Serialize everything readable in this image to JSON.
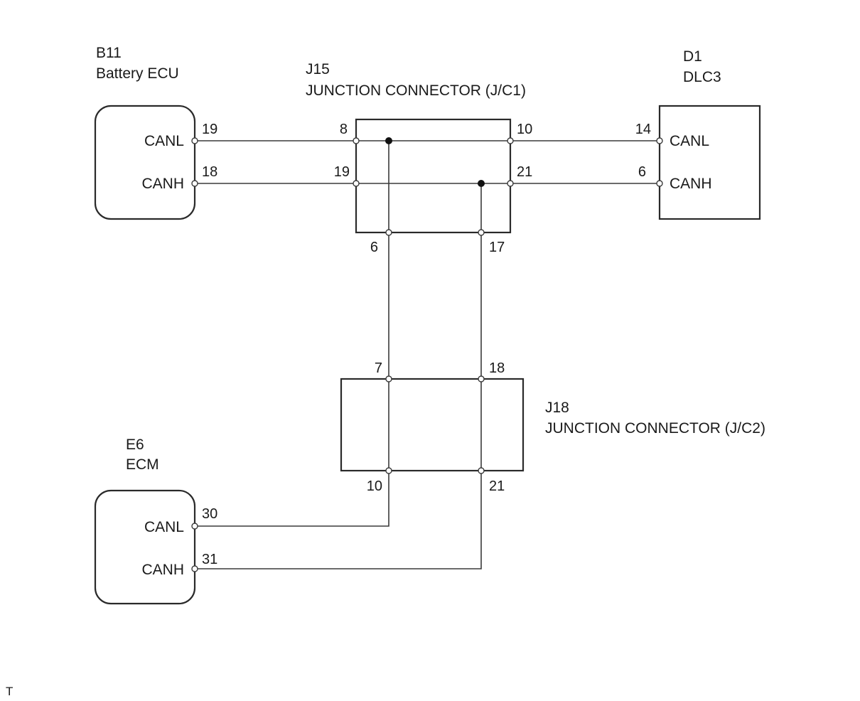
{
  "components": {
    "b11": {
      "code": "B11",
      "name": "Battery ECU",
      "canl_label": "CANL",
      "canh_label": "CANH",
      "canl_pin": "19",
      "canh_pin": "18"
    },
    "j15": {
      "code": "J15",
      "name": "JUNCTION CONNECTOR (J/C1)",
      "pin_left_canl": "8",
      "pin_left_canh": "19",
      "pin_right_canl": "10",
      "pin_right_canh": "21",
      "pin_bottom_canl": "6",
      "pin_bottom_canh": "17"
    },
    "d1": {
      "code": "D1",
      "name": "DLC3",
      "canl_label": "CANL",
      "canh_label": "CANH",
      "canl_pin": "14",
      "canh_pin": "6"
    },
    "j18": {
      "code": "J18",
      "name": "JUNCTION CONNECTOR (J/C2)",
      "pin_top_canl": "7",
      "pin_top_canh": "18",
      "pin_bottom_canl": "10",
      "pin_bottom_canh": "21"
    },
    "e6": {
      "code": "E6",
      "name": "ECM",
      "canl_label": "CANL",
      "canh_label": "CANH",
      "canl_pin": "30",
      "canh_pin": "31"
    }
  },
  "corner_mark": "T"
}
